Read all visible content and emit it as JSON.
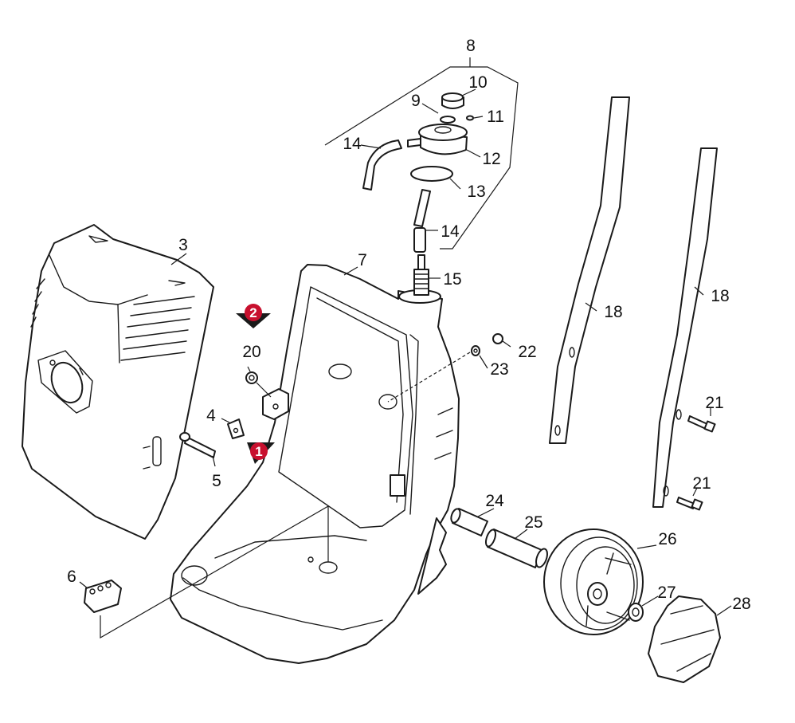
{
  "diagram": {
    "part_numbers": {
      "p3": "3",
      "p4": "4",
      "p5": "5",
      "p6": "6",
      "p7": "7",
      "p8": "8",
      "p9": "9",
      "p10": "10",
      "p11": "11",
      "p12": "12",
      "p13": "13",
      "p14a": "14",
      "p14b": "14",
      "p15": "15",
      "p18a": "18",
      "p18b": "18",
      "p20": "20",
      "p21a": "21",
      "p21b": "21",
      "p22": "22",
      "p23": "23",
      "p24": "24",
      "p25": "25",
      "p26": "26",
      "p27": "27",
      "p28": "28"
    },
    "markers": {
      "m1": "1",
      "m2": "2"
    },
    "colors": {
      "marker": "#c8102e",
      "arrow": "#1a1a1a",
      "line": "#1a1a1a"
    }
  }
}
